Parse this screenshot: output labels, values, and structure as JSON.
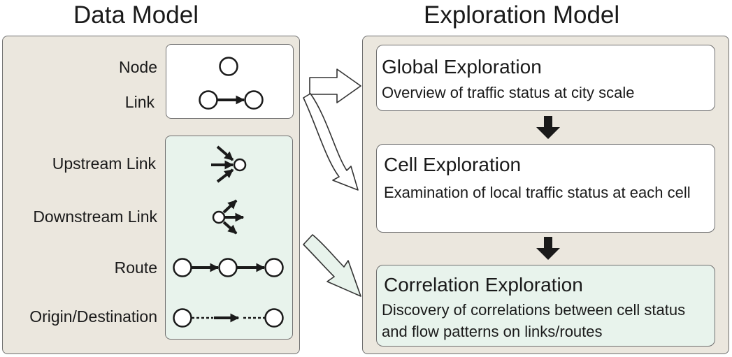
{
  "data_model": {
    "title": "Data Model",
    "items": {
      "node": "Node",
      "link": "Link",
      "upstream_link": "Upstream Link",
      "downstream_link": "Downstream Link",
      "route": "Route",
      "origin_destination": "Origin/Destination"
    }
  },
  "exploration_model": {
    "title": "Exploration Model",
    "stages": [
      {
        "title": "Global Exploration",
        "description": "Overview of traffic status at city scale"
      },
      {
        "title": "Cell Exploration",
        "description": "Examination of local traffic status at each cell"
      },
      {
        "title": "Correlation Exploration",
        "description": "Discovery of correlations between cell status and flow patterns on links/routes"
      }
    ]
  },
  "colors": {
    "panel_bg": "#ebe7de",
    "highlight_bg": "#e8f3ec",
    "stroke": "#1a1a1a",
    "border": "#6f6f6f"
  }
}
